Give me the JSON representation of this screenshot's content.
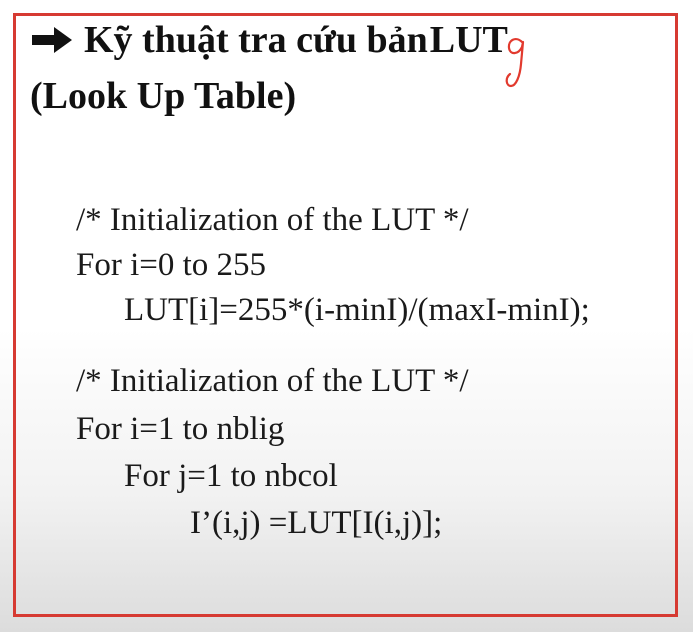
{
  "title": {
    "arrow_icon": "right-arrow-icon",
    "line1_before": "Kỹ thuật tra cứu bản",
    "handwritten_insert": "g",
    "line1_after": "LUT",
    "line2": "(Look Up Table)"
  },
  "code": {
    "block1": {
      "comment": "/* Initialization of the LUT */",
      "loop": "For i=0 to 255",
      "body": "LUT[i]=255*(i-minI)/(maxI-minI);"
    },
    "block2": {
      "comment": "/* Initialization of the LUT */",
      "outer_loop": "For i=1 to nblig",
      "inner_loop": "For j=1 to nbcol",
      "body": "I’(i,j) =LUT[I(i,j)];"
    }
  },
  "colors": {
    "border": "#d63a32",
    "handwriting": "#e23a2e",
    "text": "#111111"
  }
}
